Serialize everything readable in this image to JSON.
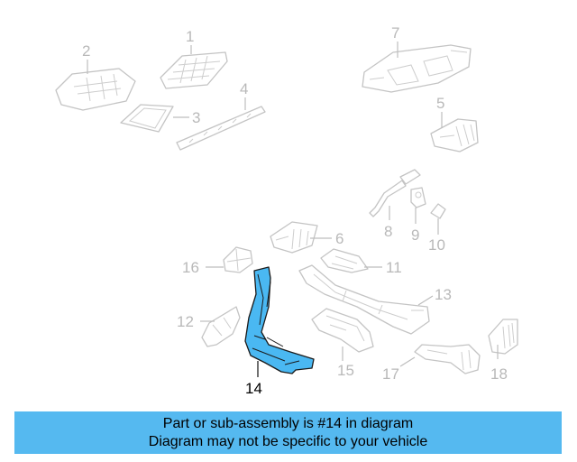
{
  "diagram": {
    "highlighted_part": "14",
    "callouts": [
      "1",
      "2",
      "3",
      "4",
      "5",
      "6",
      "7",
      "8",
      "9",
      "10",
      "11",
      "12",
      "13",
      "14",
      "15",
      "16",
      "17",
      "18"
    ],
    "highlight_color": "#4ab8f2",
    "part_color": "#c4c4c4"
  },
  "banner": {
    "line1": "Part or sub-assembly is #14 in diagram",
    "line2": "Diagram may not be specific to your vehicle",
    "background": "#55b9f0"
  }
}
